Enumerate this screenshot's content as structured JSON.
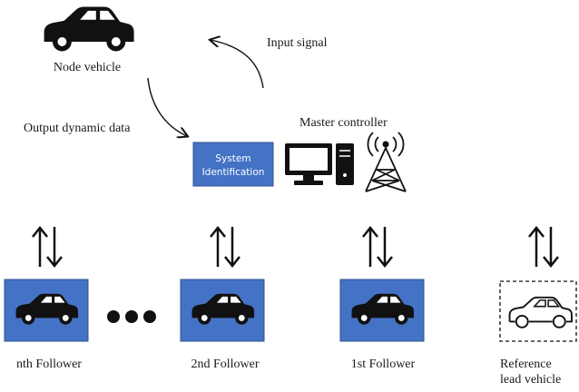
{
  "top": {
    "node_vehicle_label": "Node vehicle",
    "input_signal_label": "Input signal",
    "output_label": "Output dynamic data",
    "master_label": "Master controller",
    "sysid_line1": "System",
    "sysid_line2": "Identification"
  },
  "followers": [
    {
      "label": "nth Follower"
    },
    {
      "label": "2nd Follower"
    },
    {
      "label": "1st Follower"
    }
  ],
  "reference": {
    "line1": "Reference",
    "line2": "lead vehicle"
  },
  "colors": {
    "accent": "#4472c4",
    "border": "#2f528f",
    "ink": "#111111"
  },
  "icons": [
    "car-icon",
    "computer-icon",
    "antenna-tower-icon",
    "bidirectional-arrow-icon",
    "ellipsis-dots-icon"
  ]
}
